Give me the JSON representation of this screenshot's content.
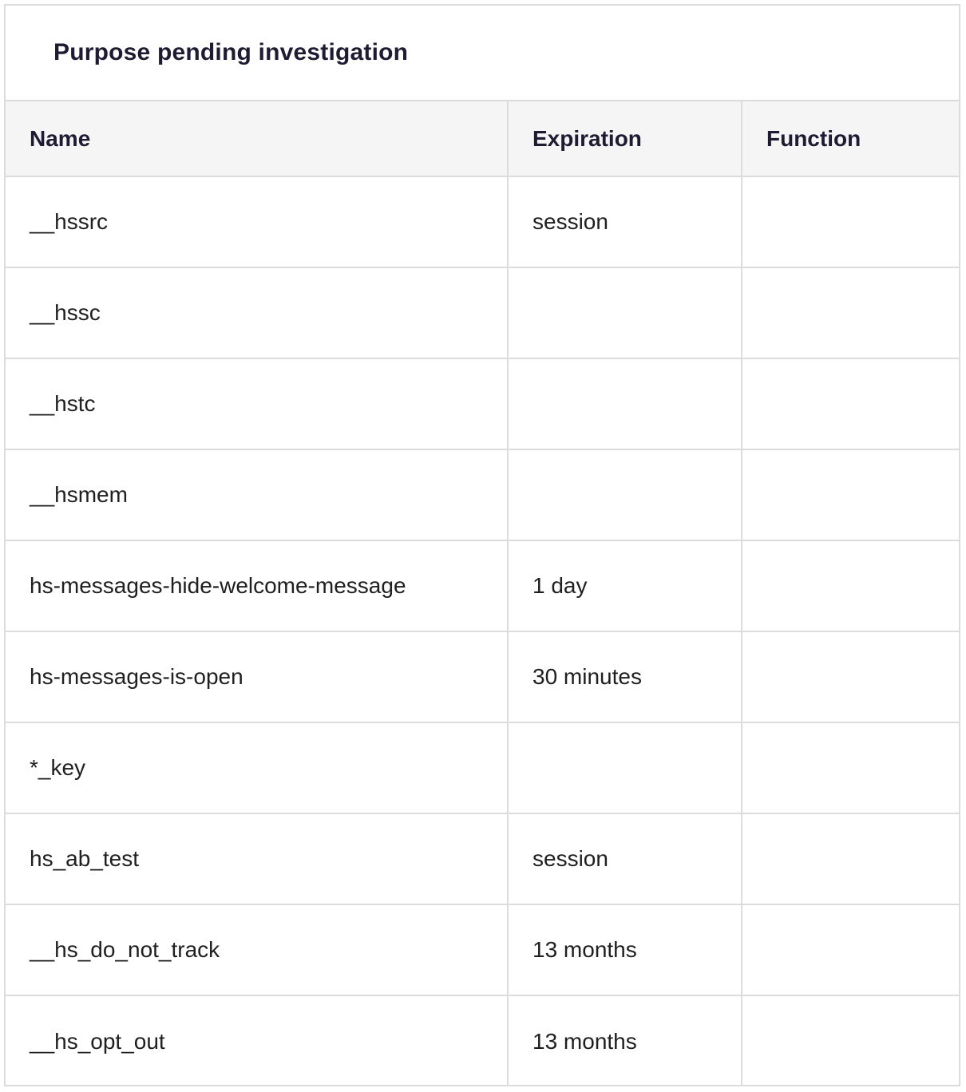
{
  "section": {
    "title": "Purpose pending investigation"
  },
  "table": {
    "headers": {
      "name": "Name",
      "expiration": "Expiration",
      "function": "Function"
    },
    "rows": [
      {
        "name": "__hssrc",
        "expiration": "session",
        "function": ""
      },
      {
        "name": "__hssc",
        "expiration": "",
        "function": ""
      },
      {
        "name": "__hstc",
        "expiration": "",
        "function": ""
      },
      {
        "name": "__hsmem",
        "expiration": "",
        "function": ""
      },
      {
        "name": "hs-messages-hide-welcome-message",
        "expiration": "1 day",
        "function": ""
      },
      {
        "name": "hs-messages-is-open",
        "expiration": "30 minutes",
        "function": ""
      },
      {
        "name": "*_key",
        "expiration": "",
        "function": ""
      },
      {
        "name": "hs_ab_test",
        "expiration": "session",
        "function": ""
      },
      {
        "name": "__hs_do_not_track",
        "expiration": "13 months",
        "function": ""
      },
      {
        "name": "__hs_opt_out",
        "expiration": "13 months",
        "function": ""
      }
    ]
  }
}
